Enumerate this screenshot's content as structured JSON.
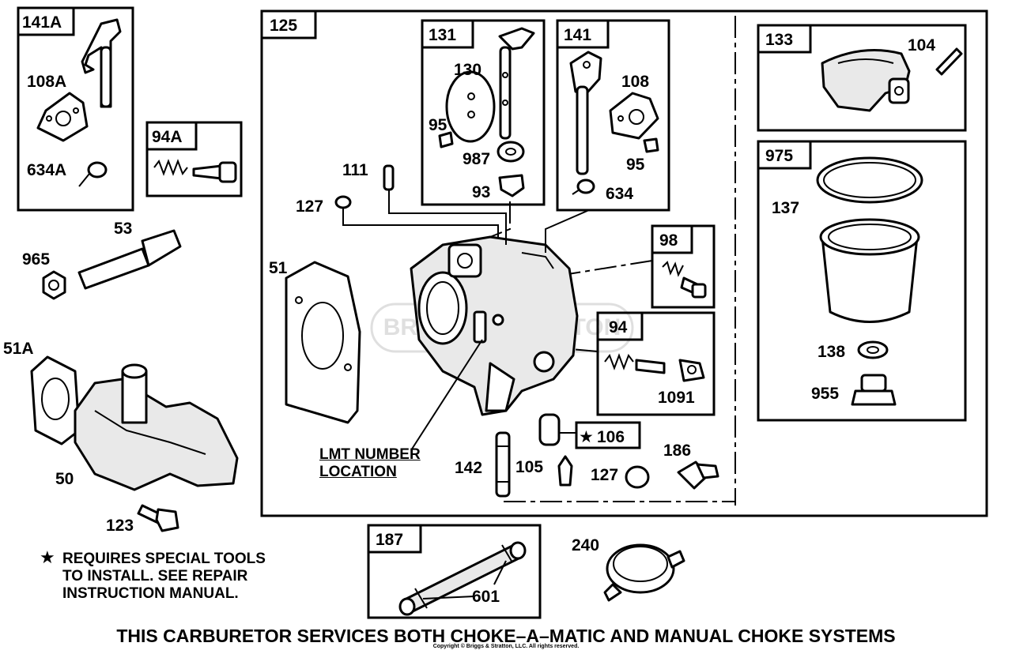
{
  "boxes": {
    "b141A": "141A",
    "b94A": "94A",
    "b125": "125",
    "b131": "131",
    "b141": "141",
    "b133": "133",
    "b975": "975",
    "b98": "98",
    "b94": "94",
    "b187": "187"
  },
  "parts": {
    "p108A": "108A",
    "p634A": "634A",
    "p53": "53",
    "p965": "965",
    "p51A": "51A",
    "p50": "50",
    "p123": "123",
    "p111": "111",
    "p127a": "127",
    "p51": "51",
    "p130": "130",
    "p95a": "95",
    "p987": "987",
    "p93": "93",
    "p108": "108",
    "p95b": "95",
    "p634": "634",
    "p104": "104",
    "p137": "137",
    "p138": "138",
    "p955": "955",
    "p1091": "1091",
    "p106": "106",
    "p142": "142",
    "p105": "105",
    "p127b": "127",
    "p186": "186",
    "p240": "240",
    "p601": "601"
  },
  "lmt_label": "LMT NUMBER\nLOCATION",
  "special_note": {
    "star": "★",
    "text": "REQUIRES SPECIAL TOOLS\nTO INSTALL.  SEE REPAIR\nINSTRUCTION MANUAL."
  },
  "footer_title": "THIS CARBURETOR SERVICES BOTH CHOKE–A–MATIC AND MANUAL CHOKE SYSTEMS",
  "copyright": "Copyright © Briggs & Stratton, LLC. All rights reserved.",
  "watermark": "BRIGGS&STRATTON"
}
